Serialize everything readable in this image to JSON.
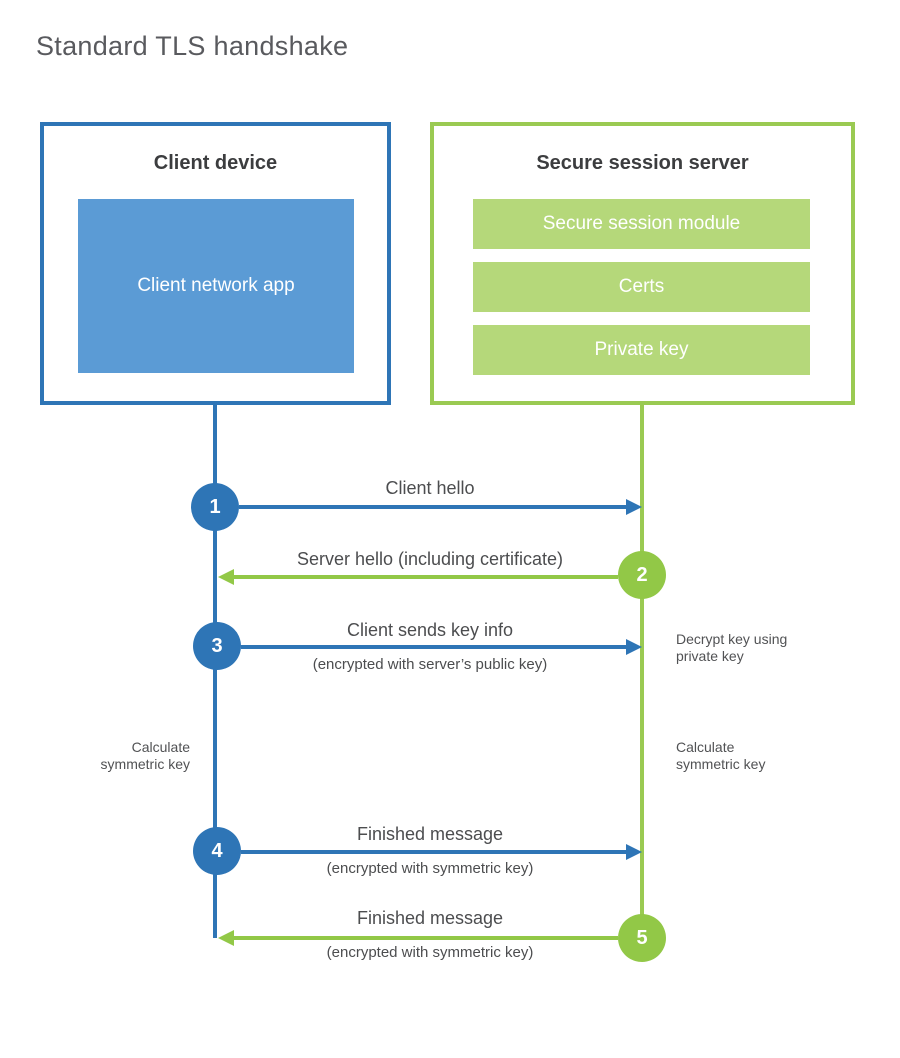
{
  "title": "Standard TLS handshake",
  "client": {
    "title": "Client device",
    "app_label": "Client network app"
  },
  "server": {
    "title": "Secure session server",
    "modules": [
      "Secure session module",
      "Certs",
      "Private key"
    ]
  },
  "steps": [
    {
      "num": "1",
      "label": "Client hello",
      "direction": "client-to-server"
    },
    {
      "num": "2",
      "label": "Server hello (including certificate)",
      "direction": "server-to-client"
    },
    {
      "num": "3",
      "label": "Client sends key info",
      "sublabel": "(encrypted with server’s public key)",
      "direction": "client-to-server"
    },
    {
      "num": "4",
      "label": "Finished message",
      "sublabel": "(encrypted with symmetric key)",
      "direction": "client-to-server"
    },
    {
      "num": "5",
      "label": "Finished message",
      "sublabel": "(encrypted with symmetric key)",
      "direction": "server-to-client"
    }
  ],
  "annotations": {
    "decrypt_key": "Decrypt key using private key",
    "calculate_left": "Calculate symmetric key",
    "calculate_right": "Calculate symmetric key"
  },
  "colors": {
    "client_accent": "#2e75b6",
    "client_fill": "#5b9bd5",
    "server_accent": "#9aca52",
    "server_circle": "#92c847",
    "server_fill": "#b5d87a",
    "heading_text": "#3c3d3f",
    "label_text": "#4c4d4f",
    "title_text": "#595a5e"
  }
}
